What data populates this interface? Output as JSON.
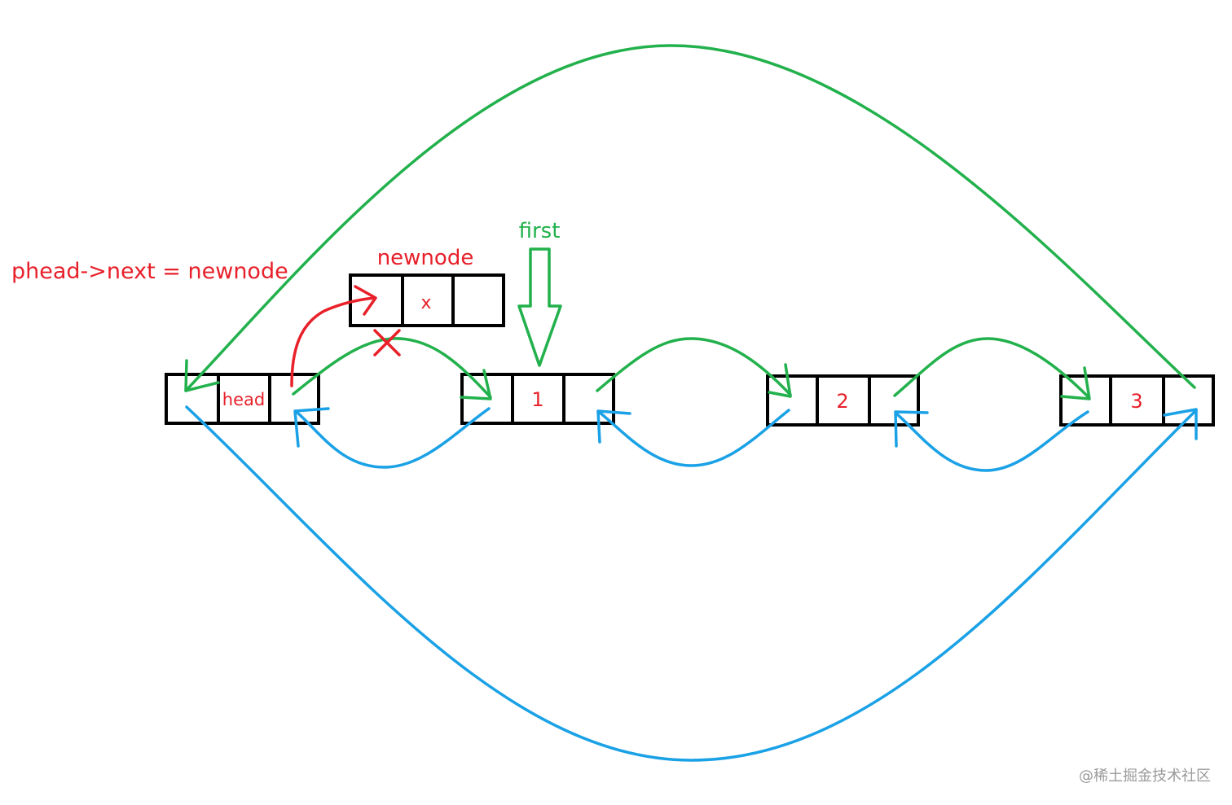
{
  "annotation": "phead->next = newnode",
  "newnode": {
    "label": "newnode",
    "value": "x"
  },
  "first_pointer": {
    "label": "first"
  },
  "nodes": [
    {
      "value": "head"
    },
    {
      "value": "1"
    },
    {
      "value": "2"
    },
    {
      "value": "3"
    }
  ],
  "watermark": "@稀土掘金技术社区",
  "colors": {
    "next_link": "#22b14c",
    "prev_link": "#1aa1e6",
    "new_link": "#e8202a",
    "text": "#e8202a",
    "cell_border": "#000000"
  }
}
